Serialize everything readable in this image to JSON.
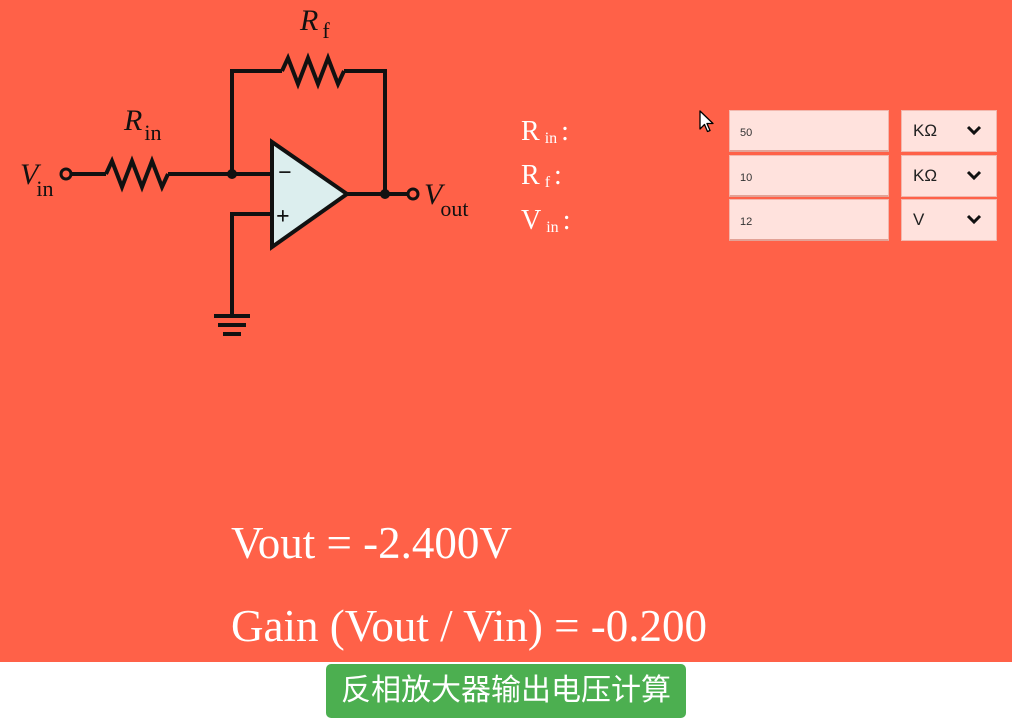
{
  "circuit": {
    "labels": {
      "rf_main": "R",
      "rf_sub": "f",
      "rin_main": "R",
      "rin_sub": "in",
      "vin_main": "V",
      "vin_sub": "in",
      "vout_main": "V",
      "vout_sub": "out",
      "minus": "−",
      "plus": "+"
    }
  },
  "inputs": [
    {
      "label_main": "R",
      "label_sub": "in",
      "colon": ":",
      "value": "50",
      "unit": "KΩ"
    },
    {
      "label_main": "R",
      "label_sub": "f",
      "colon": ":",
      "value": "10",
      "unit": "KΩ"
    },
    {
      "label_main": "V",
      "label_sub": "in",
      "colon": ":",
      "value": "12",
      "unit": "V"
    }
  ],
  "icons": {
    "chevron": "chevron-down-icon",
    "cursor": "mouse-cursor-icon"
  },
  "results": {
    "vout": "Vout = -2.400V",
    "gain": "Gain (Vout / Vin) = -0.200"
  },
  "caption": "反相放大器输出电压计算",
  "colors": {
    "background": "#ff6148",
    "field": "#ffe2dd",
    "caption_bg": "#4caf50"
  }
}
